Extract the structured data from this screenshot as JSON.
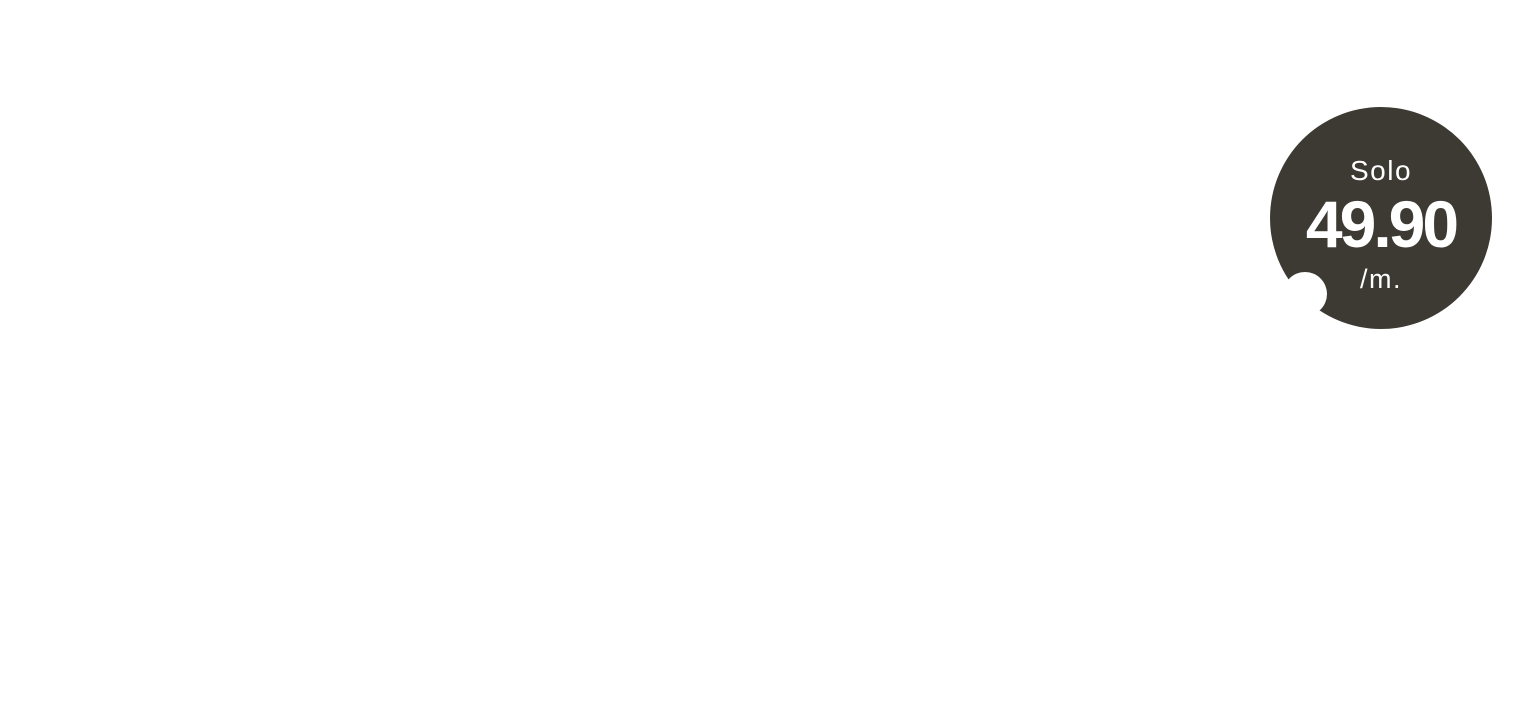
{
  "badge": {
    "prefix": "Solo",
    "amount": "49.90",
    "unit": "/m.",
    "background_color": "#3d3a33",
    "text_color": "#ffffff"
  }
}
